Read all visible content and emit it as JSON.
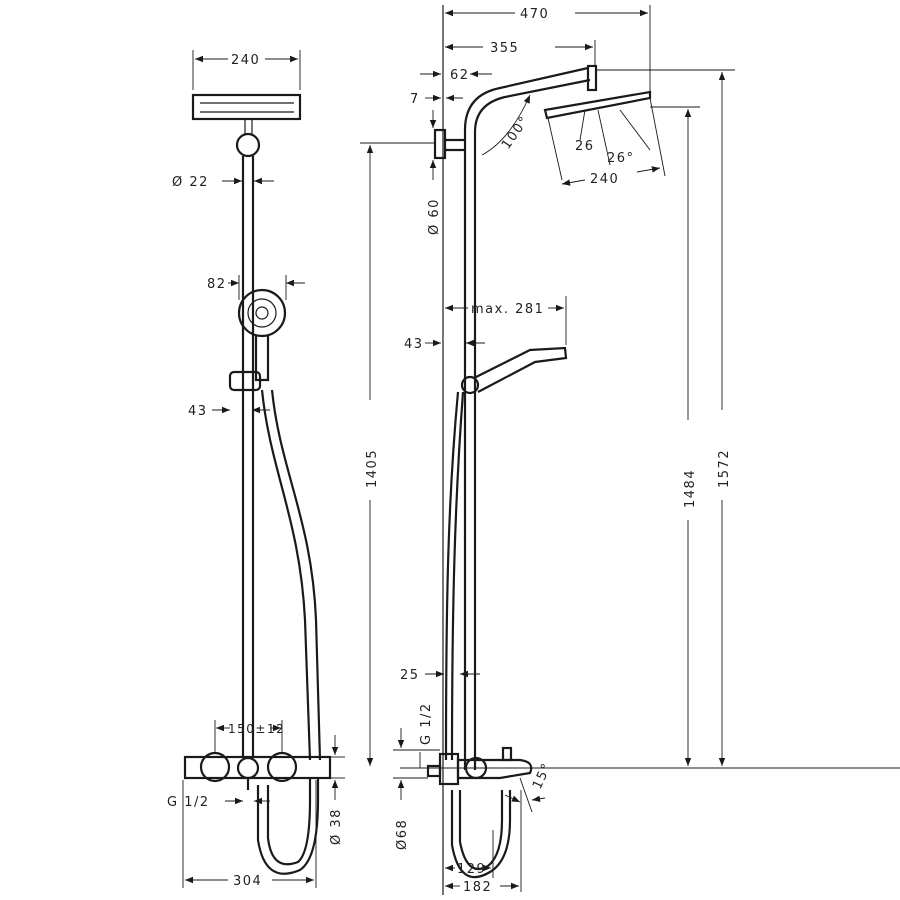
{
  "front_view": {
    "head_width": "240",
    "rail_diameter": "Ø 22",
    "hand_shower_diameter": "82",
    "holder_offset": "43",
    "center_distance": "150±12",
    "inlet_thread": "G 1/2",
    "mixer_diameter": "Ø 38",
    "mixer_width": "304"
  },
  "side_view": {
    "total_projection": "470",
    "arm_projection": "355",
    "wall_offset_top": "62",
    "wall_gap": "7",
    "arm_angle": "100°",
    "head_angle_1": "26",
    "head_angle_2": "26°",
    "head_width": "240",
    "bracket_diameter": "Ø 60",
    "hand_shower_max": "max. 281",
    "holder_offset": "43",
    "rail_height": "1405",
    "head_height": "1484",
    "total_height": "1572",
    "hose_offset": "25",
    "inlet_thread": "G 1/2",
    "escutcheon_diameter": "Ø68",
    "spout_angle": "15°",
    "spout_depth_1": "129",
    "spout_depth_2": "182"
  }
}
